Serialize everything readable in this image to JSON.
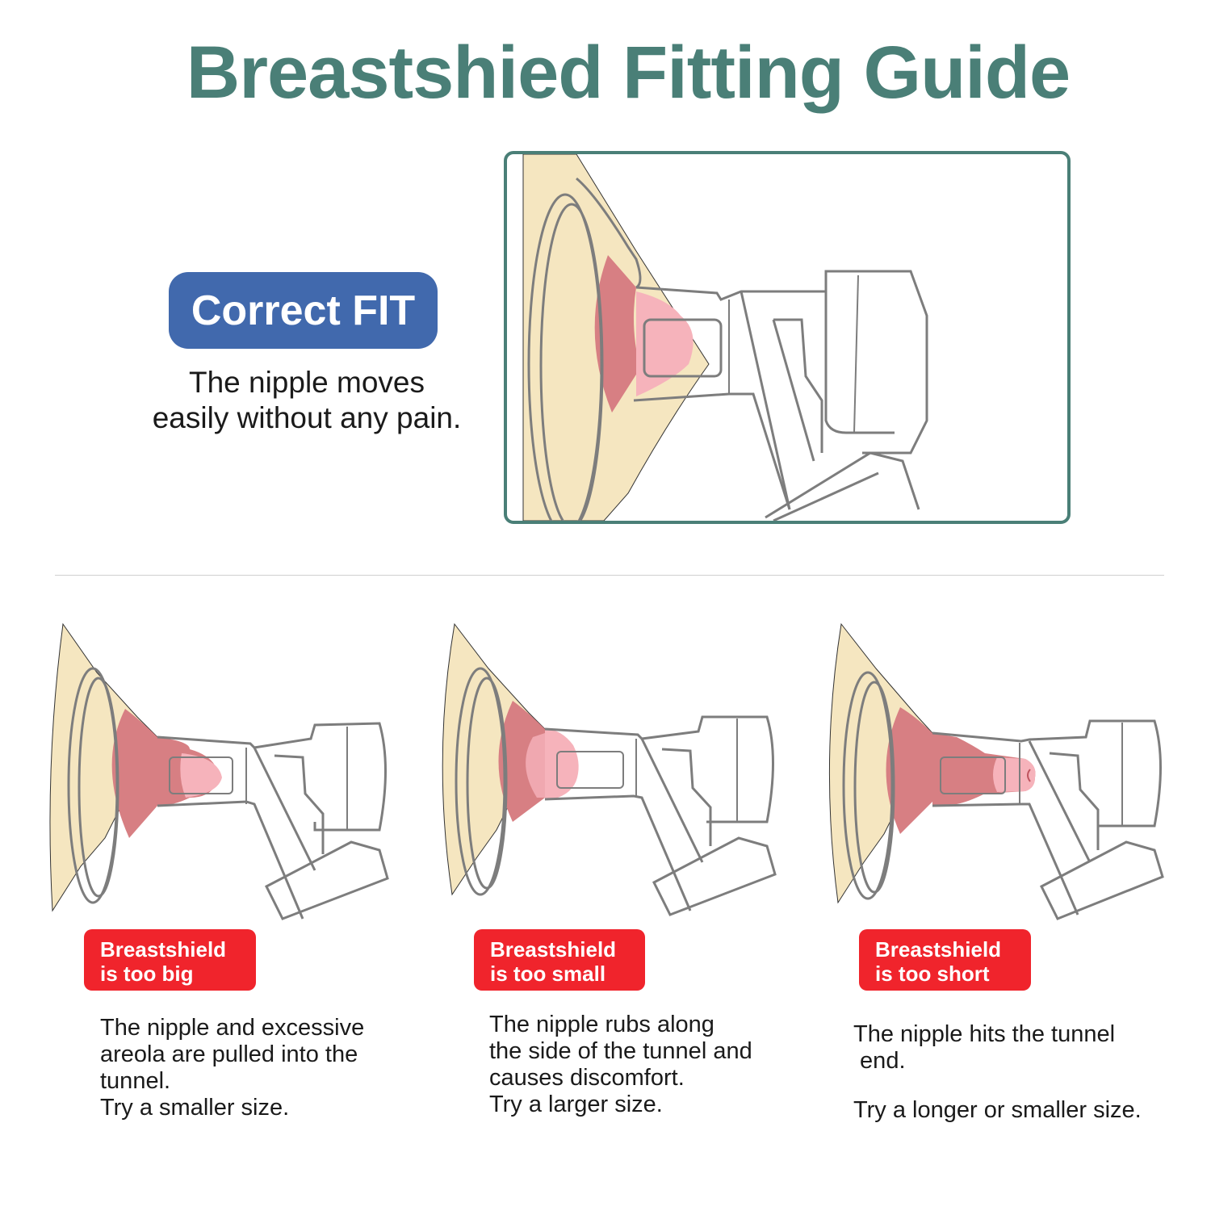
{
  "header": {
    "title": "Breastshied Fitting Guide"
  },
  "colors": {
    "title": "#4a7f77",
    "correct_badge": "#4169ad",
    "error_badge": "#f0242c",
    "breast_skin": "#f5e6c0",
    "areola": "#d77f83",
    "nipple": "#f6b3bb",
    "outline": "#808080"
  },
  "correct_fit": {
    "badge_label": "Correct FIT",
    "description_line1": "The nipple moves",
    "description_line2": "easily without any pain.",
    "illustration": "correct-fit-diagram"
  },
  "cases": [
    {
      "badge_line1": "Breastshield",
      "badge_line2": "is too big",
      "desc_lines": [
        "The nipple and excessive",
        "areola are pulled into the",
        "tunnel."
      ],
      "advice": "Try a smaller size.",
      "illustration": "too-big-diagram"
    },
    {
      "badge_line1": "Breastshield",
      "badge_line2": "is too small",
      "desc_lines": [
        "The nipple rubs along",
        "the side of the tunnel and",
        "causes discomfort."
      ],
      "advice": "Try a larger size.",
      "illustration": "too-small-diagram"
    },
    {
      "badge_line1": "Breastshield",
      "badge_line2": "is too short",
      "desc_lines": [
        "The nipple hits the tunnel",
        " end."
      ],
      "advice": "Try a longer or smaller size.",
      "illustration": "too-short-diagram"
    }
  ]
}
